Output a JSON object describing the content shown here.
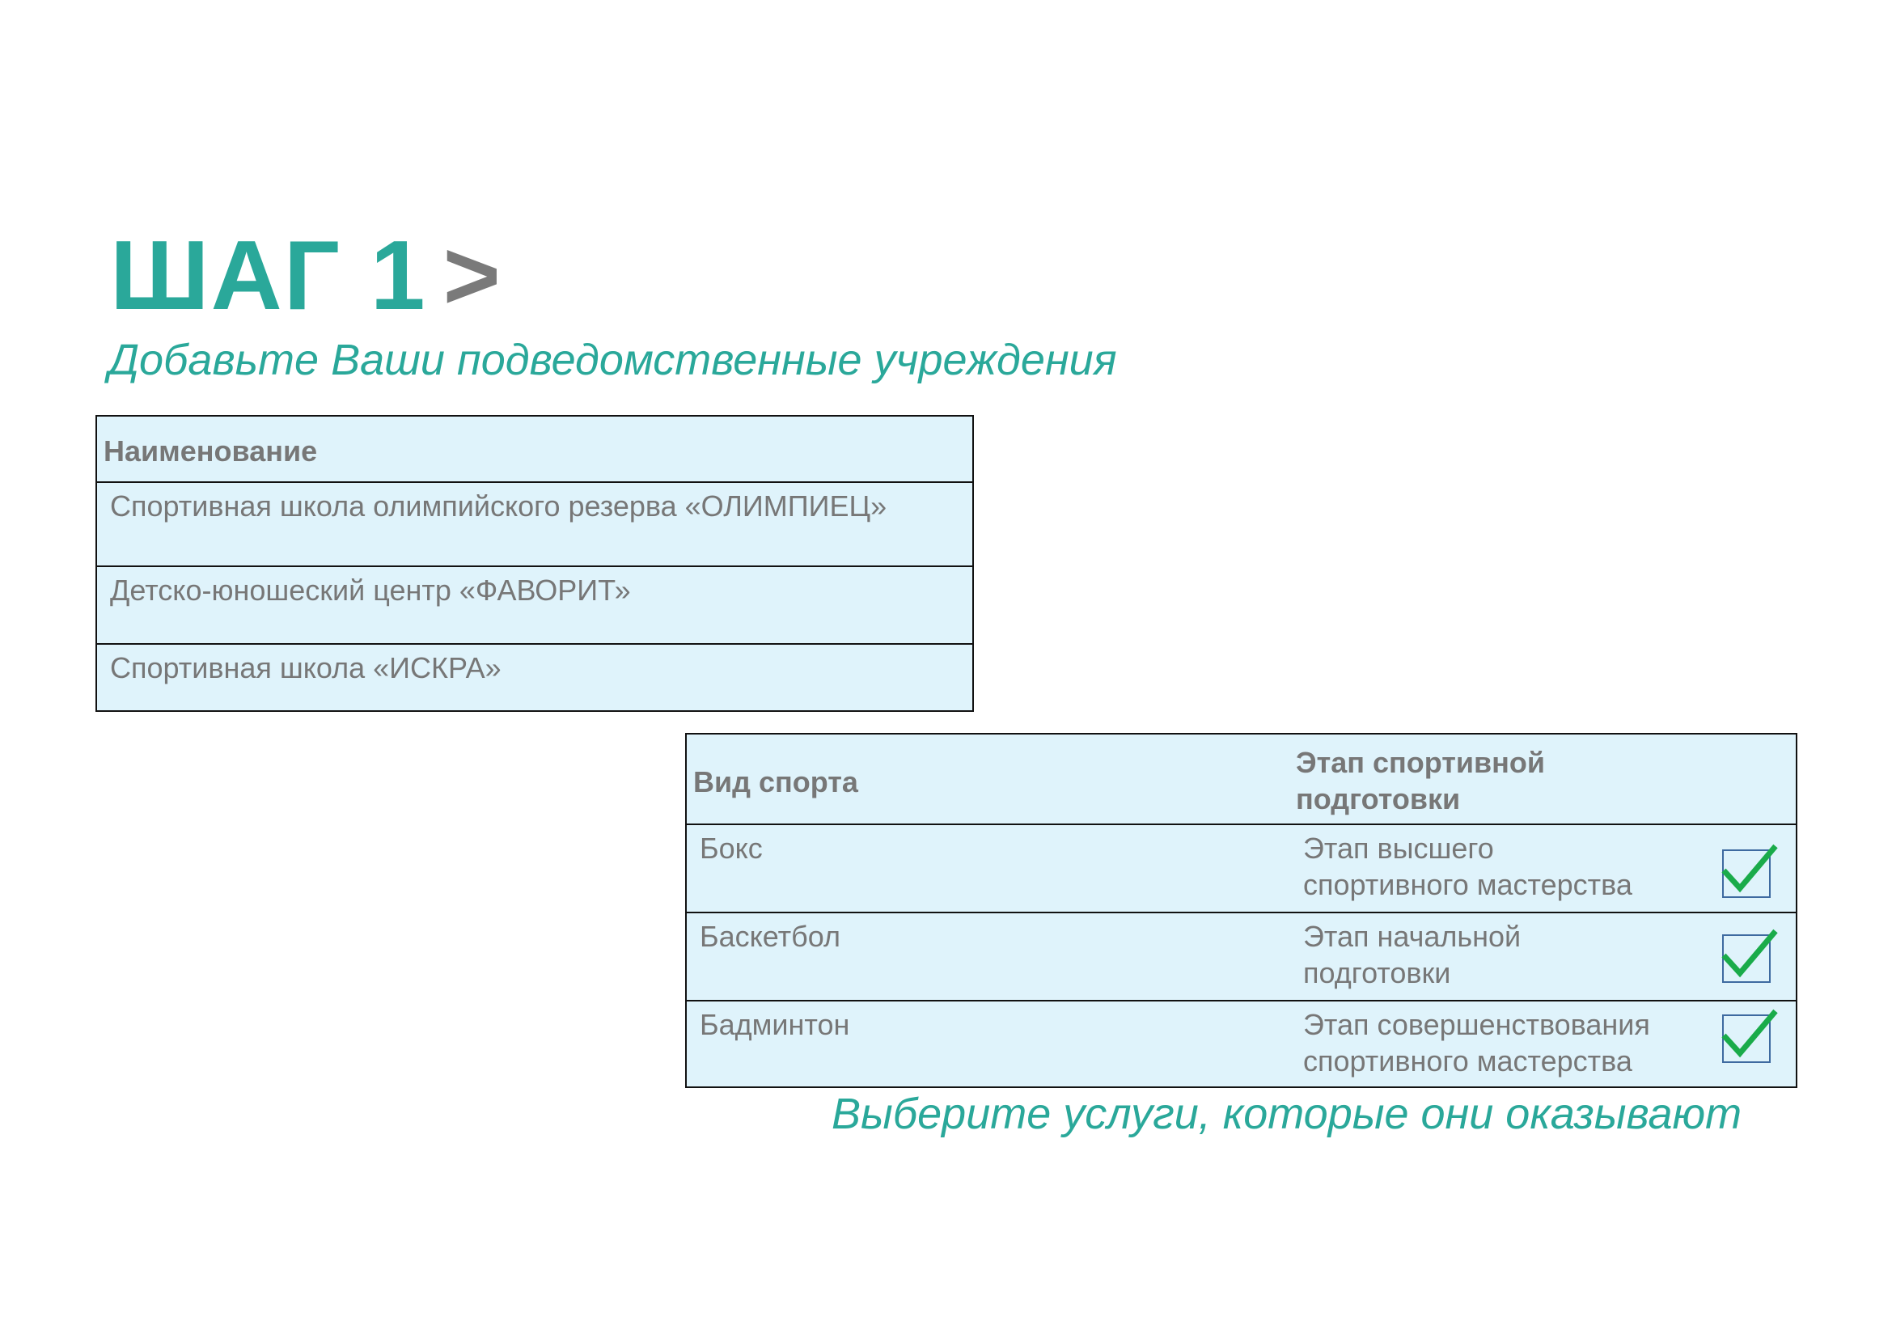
{
  "title": {
    "step": "ШАГ 1",
    "arrow": ">"
  },
  "subtitle": "Добавьте Ваши подведомственные учреждения",
  "institutions_table": {
    "header": "Наименование",
    "rows": [
      "Спортивная школа олимпийского резерва «ОЛИМПИЕЦ»",
      "Детско-юношеский центр «ФАВОРИТ»",
      "Спортивная школа «ИСКРА»"
    ]
  },
  "services_table": {
    "headers": [
      "Вид спорта",
      "Этап спортивной",
      "подготовки"
    ],
    "rows": [
      {
        "sport": "Бокс",
        "stage_line1": "Этап высшего",
        "stage_line2": "спортивного мастерства",
        "checked": true
      },
      {
        "sport": "Баскетбол",
        "stage_line1": "Этап начальной",
        "stage_line2": "подготовки",
        "checked": true
      },
      {
        "sport": "Бадминтон",
        "stage_line1": "Этап совершенствования",
        "stage_line2": "спортивного мастерства",
        "checked": true
      }
    ]
  },
  "footer": "Выберите услуги, которые они оказывают",
  "colors": {
    "accent": "#2aa89a",
    "arrow": "#7a7a7a",
    "table_bg": "#dff3fb",
    "check": "#1aab4a"
  }
}
